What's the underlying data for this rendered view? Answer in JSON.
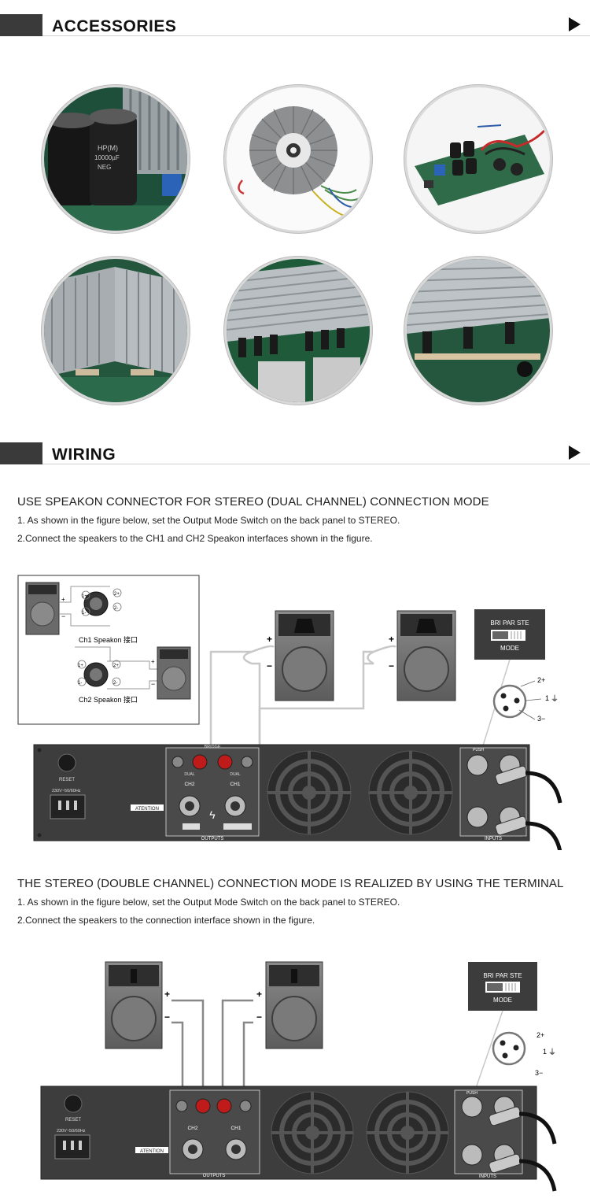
{
  "accessories": {
    "title": "ACCESSORIES",
    "photos": [
      {
        "name": "capacitors",
        "labels": [
          "HP(M)",
          "10000µF",
          "NEG"
        ]
      },
      {
        "name": "toroidal-transformer"
      },
      {
        "name": "power-supply-board"
      },
      {
        "name": "heatsink-board-1"
      },
      {
        "name": "heatsink-board-2"
      },
      {
        "name": "heatsink-board-3"
      }
    ]
  },
  "wiring": {
    "title": "WIRING",
    "mode1": {
      "heading": "USE SPEAKON CONNECTOR FOR STEREO (DUAL CHANNEL) CONNECTION MODE",
      "step1": "1. As shown in the figure below, set the Output Mode Switch on the back panel to STEREO.",
      "step2": "2.Connect the speakers to the CH1 and CH2 Speakon interfaces shown in the figure."
    },
    "mode2": {
      "heading": "THE STEREO (DOUBLE CHANNEL) CONNECTION MODE IS REALIZED BY USING THE TERMINAL",
      "step1": "1. As shown in the figure below, set the Output Mode Switch on the back panel to STEREO.",
      "step2": "2.Connect the speakers to the connection interface shown in the figure."
    }
  },
  "diagram": {
    "inset_ch1": "Ch1 Speakon 接口",
    "inset_ch2": "Ch2 Speakon 接口",
    "pin_1plus": "1+",
    "pin_1minus": "1-",
    "pin_2plus": "2+",
    "pin_2minus": "2-",
    "plus": "+",
    "minus": "−",
    "mode_switch": "BRI PAR STE",
    "mode_label": "MODE",
    "xlr_2": "2+",
    "xlr_1": "1",
    "xlr_3": "3−",
    "reset": "RESET",
    "voltage": "230V~50/60Hz",
    "attention": "ATENTION",
    "bridge": "BRIDGE",
    "dual": "DUAL",
    "ch1": "CH1",
    "ch2": "CH2",
    "outputs": "OUTPUTS",
    "inputs": "INPUTS",
    "push": "PUSH"
  }
}
